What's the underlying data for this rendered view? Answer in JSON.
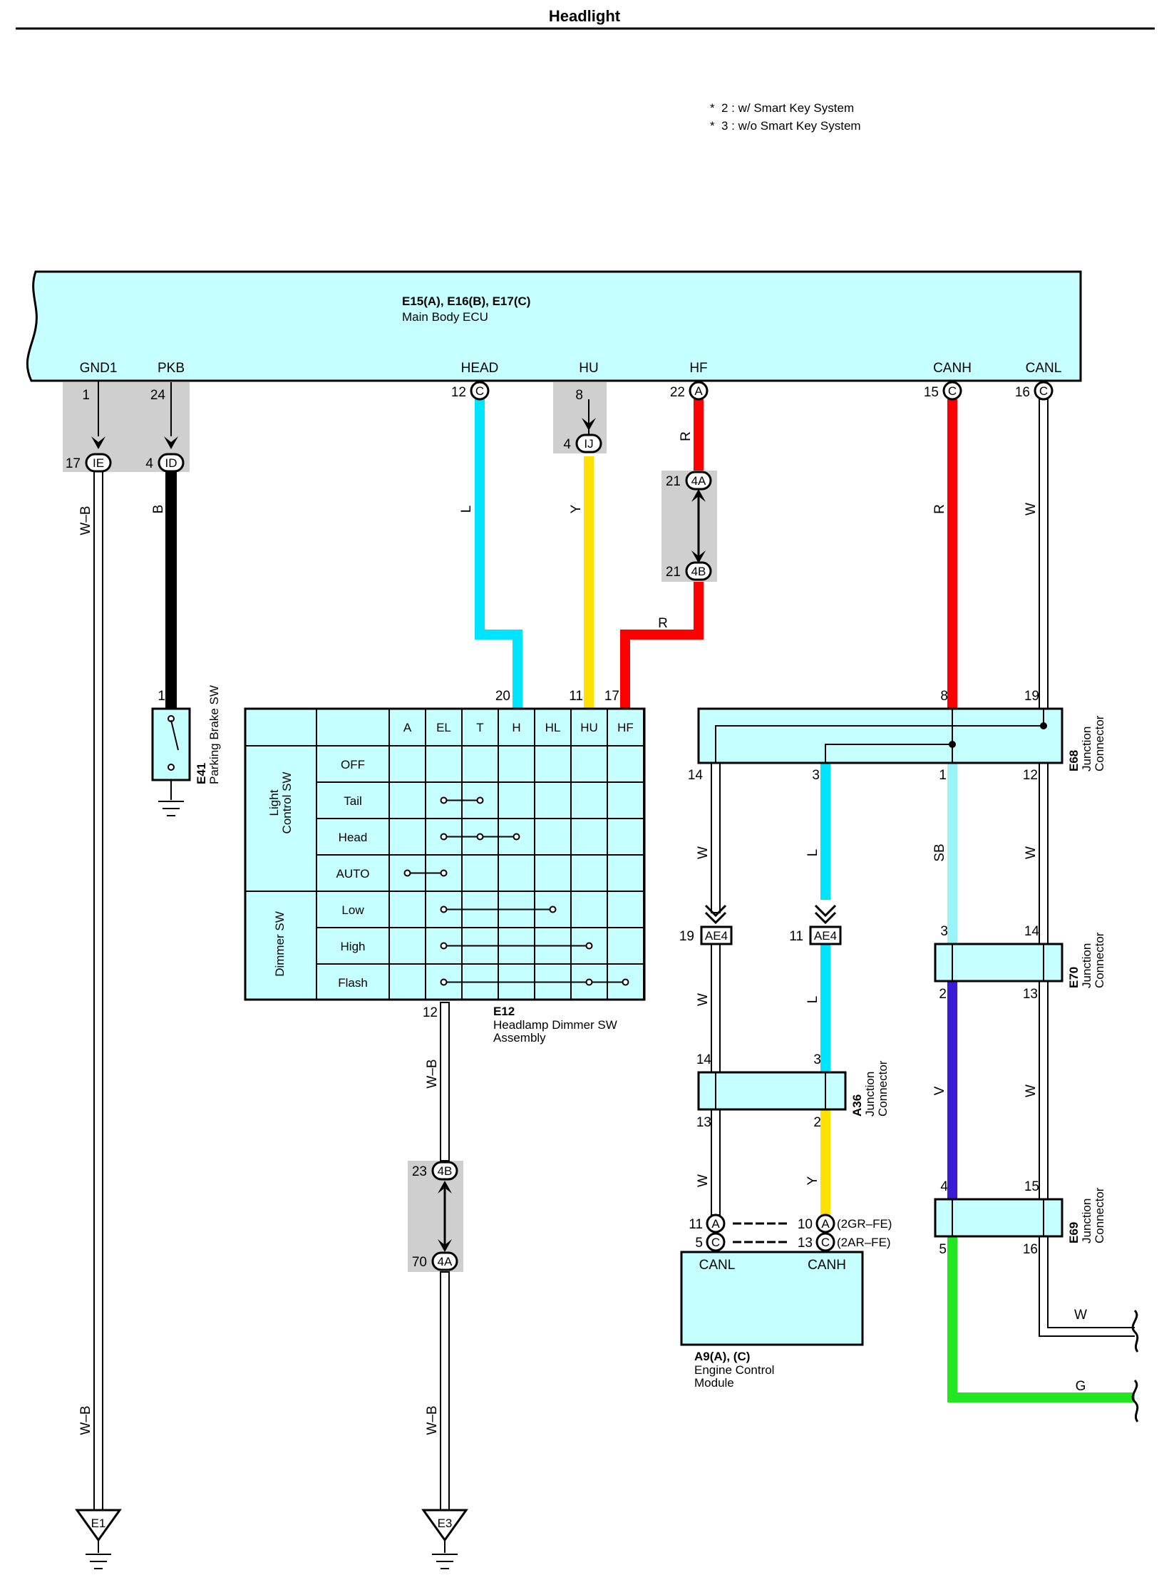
{
  "title": "Headlight",
  "notes": [
    "2 : w/ Smart Key System",
    "3 : w/o Smart Key System"
  ],
  "ecu": {
    "code": "E15(A), E16(B), E17(C)",
    "name": "Main Body ECU",
    "pins": {
      "gnd1": "GND1",
      "pkb": "PKB",
      "head": "HEAD",
      "hu": "HU",
      "hf": "HF",
      "canh": "CANH",
      "canl": "CANL"
    }
  },
  "wire_colors": {
    "R": "#ff0000",
    "L": "#00e5ff",
    "Y": "#ffe100",
    "B": "#000000",
    "SB": "#99f3f7",
    "V": "#3a1bd6",
    "G": "#22e622",
    "W": "#ffffff"
  },
  "component_fill": "#c6ffff",
  "texts": {
    "n1": "1",
    "n24": "24",
    "n17": "17",
    "n4": "4",
    "n12": "12",
    "n8": "8",
    "n22": "22",
    "n15": "15",
    "n16": "16",
    "n21a": "21",
    "n21b": "21",
    "n20": "20",
    "n11": "11",
    "n17b": "17",
    "c_ie": "IE",
    "c_id": "ID",
    "c_ij": "IJ",
    "c_4a": "4A",
    "c_4b": "4B",
    "c_4b2": "4B",
    "c_4a2": "4A",
    "pin_c": "C",
    "pin_a": "A",
    "w_wb1": "W–B",
    "w_b": "B",
    "w_l1": "L",
    "w_y1": "Y",
    "w_r1": "R",
    "w_r2": "R",
    "w_r3": "R",
    "w_w1": "W",
    "pbs_pin": "1",
    "pbs_code": "E41",
    "pbs_name": "Parking Brake SW",
    "e12_code": "E12",
    "e12_name1": "Headlamp Dimmer SW",
    "e12_name2": "Assembly",
    "e12_pin12": "12",
    "w_wb2": "W–B",
    "n23": "23",
    "n70": "70",
    "w_wb3": "W–B",
    "w_wb4": "W–B",
    "g1": "E1",
    "g3": "E3",
    "e68_code": "E68",
    "e68_name1": "Junction",
    "e68_name2": "Connector",
    "e68_p8": "8",
    "e68_p19": "19",
    "e68_p14": "14",
    "e68_p3": "3",
    "e68_p1": "1",
    "e68_p12": "12",
    "w_w2": "W",
    "w_l2": "L",
    "w_sb": "SB",
    "w_w3": "W",
    "ae4_1": "AE4",
    "ae4_2": "AE4",
    "p19": "19",
    "p11": "11",
    "e70_code": "E70",
    "e70_name1": "Junction",
    "e70_name2": "Connector",
    "e70_p3": "3",
    "e70_p14": "14",
    "e70_p2": "2",
    "e70_p13": "13",
    "w_w4": "W",
    "w_l3": "L",
    "w_v": "V",
    "w_w5": "W",
    "a36_code": "A36",
    "a36_name1": "Junction",
    "a36_name2": "Connector",
    "a36_p14": "14",
    "a36_p3": "3",
    "a36_p13": "13",
    "a36_p2": "2",
    "w_w6": "W",
    "w_y2": "Y",
    "e69_code": "E69",
    "e69_name1": "Junction",
    "e69_name2": "Connector",
    "e69_p4": "4",
    "e69_p15": "15",
    "e69_p5": "5",
    "e69_p16": "16",
    "ecm_p11": "11",
    "ecm_p5": "5",
    "ecm_p10": "10",
    "ecm_p13": "13",
    "ecm_2gr": "(2GR–FE)",
    "ecm_2ar": "(2AR–FE)",
    "ecm_canl": "CANL",
    "ecm_canh": "CANH",
    "ecm_code": "A9(A), (C)",
    "ecm_name1": "Engine Control",
    "ecm_name2": "Module",
    "end_w": "W",
    "end_g": "G"
  },
  "switch_table": {
    "columns": [
      "A",
      "EL",
      "T",
      "H",
      "HL",
      "HU",
      "HF"
    ],
    "group_light": [
      "Light",
      "Control SW"
    ],
    "group_dimmer": "Dimmer SW",
    "rows": [
      "OFF",
      "Tail",
      "Head",
      "AUTO",
      "Low",
      "High",
      "Flash"
    ]
  }
}
